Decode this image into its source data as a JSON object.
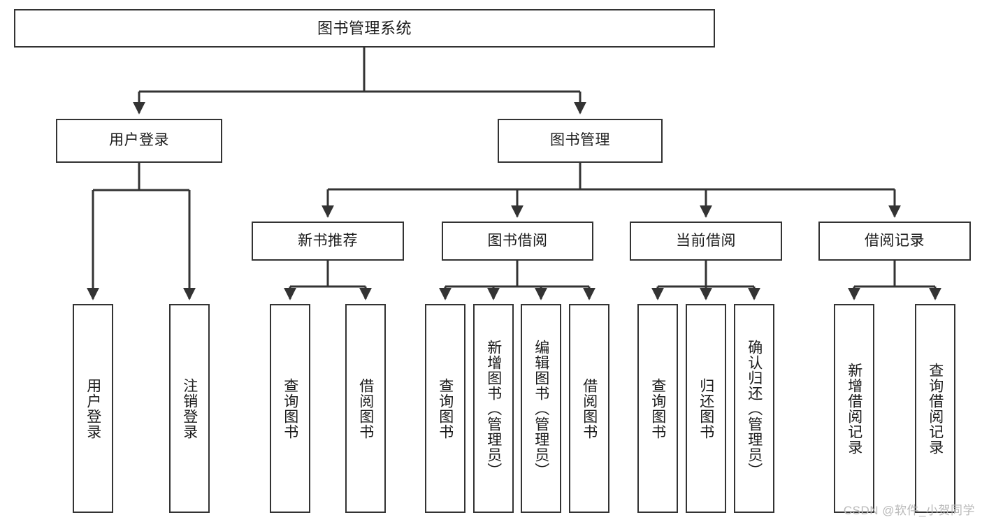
{
  "diagram": {
    "title_node": {
      "label": "图书管理系统"
    },
    "level2": [
      {
        "label": "用户登录"
      },
      {
        "label": "图书管理"
      }
    ],
    "level3": [
      {
        "label": "新书推荐"
      },
      {
        "label": "图书借阅"
      },
      {
        "label": "当前借阅"
      },
      {
        "label": "借阅记录"
      }
    ],
    "leaves": {
      "user_login": [
        {
          "label": "用户登录"
        },
        {
          "label": "注销登录"
        }
      ],
      "new_book_rec": [
        {
          "label": "查询图书"
        },
        {
          "label": "借阅图书"
        }
      ],
      "book_borrow": [
        {
          "label": "查询图书"
        },
        {
          "label": "新增图书（管理员）"
        },
        {
          "label": "编辑图书（管理员）"
        },
        {
          "label": "借阅图书"
        }
      ],
      "current_borrow": [
        {
          "label": "查询图书"
        },
        {
          "label": "归还图书"
        },
        {
          "label": "确认归还（管理员）"
        }
      ],
      "borrow_record": [
        {
          "label": "新增借阅记录"
        },
        {
          "label": "查询借阅记录"
        }
      ]
    },
    "watermark": "CSDN @软件_小贺同学",
    "colors": {
      "stroke": "#333333",
      "fill": "#ffffff",
      "text": "#1a1a1a",
      "watermark": "#b9b9b9"
    }
  }
}
